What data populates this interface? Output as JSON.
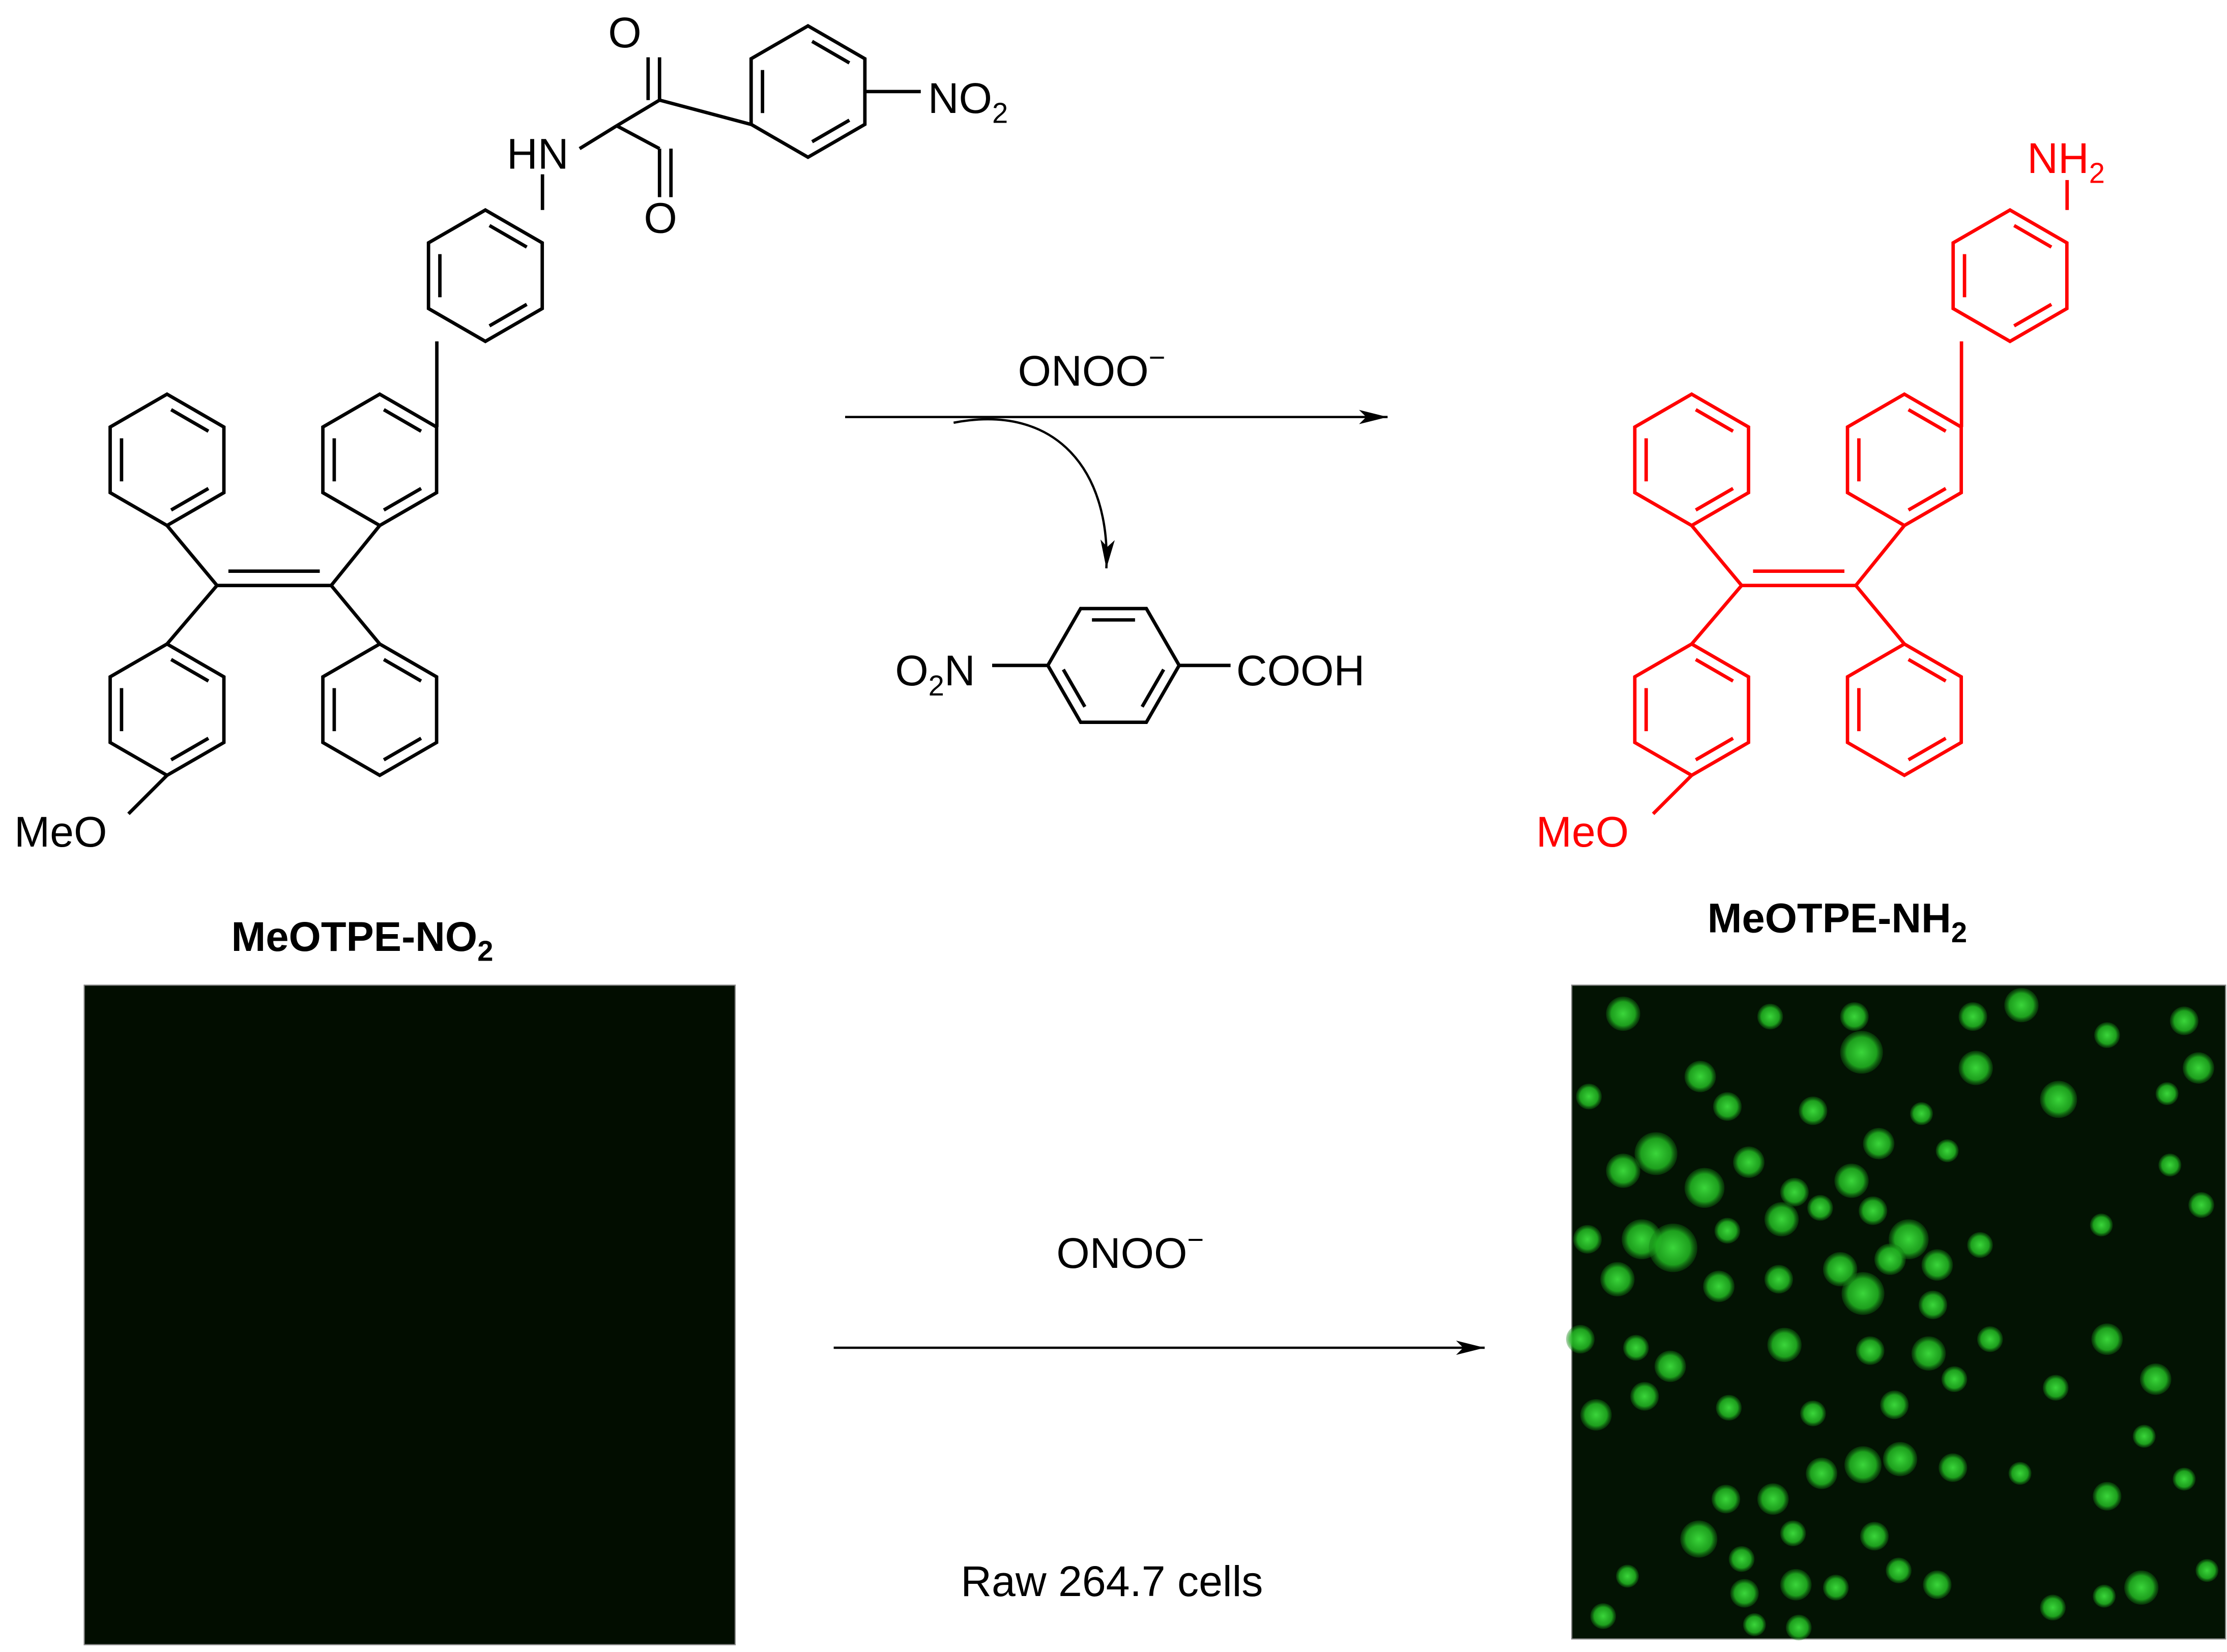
{
  "colors": {
    "structure": "#000000",
    "product": "#ff0000",
    "dark_image": "#020d00",
    "fluorescence": "#2ad42a",
    "fluorescence_bg": "#031303"
  },
  "reactant": {
    "name_main": "MeOTPE-NO",
    "name_sub": "2",
    "group_nitro_main": "NO",
    "group_nitro_sub": "2",
    "group_amide": "HN",
    "group_oxygen_top": "O",
    "group_oxygen_bottom": "O",
    "group_methoxy": "MeO"
  },
  "reagent_top": {
    "main": "ONOO",
    "sup": "−"
  },
  "byproduct": {
    "nitro_main": "O",
    "nitro_sub": "2",
    "nitro_tail": "N",
    "acid": "COOH"
  },
  "product": {
    "name_main": "MeOTPE-NH",
    "name_sub": "2",
    "group_amine_main": "NH",
    "group_amine_sub": "2",
    "group_methoxy": "MeO"
  },
  "reagent_bottom": {
    "main": "ONOO",
    "sup": "−"
  },
  "cells_caption": "Raw 264.7 cells"
}
